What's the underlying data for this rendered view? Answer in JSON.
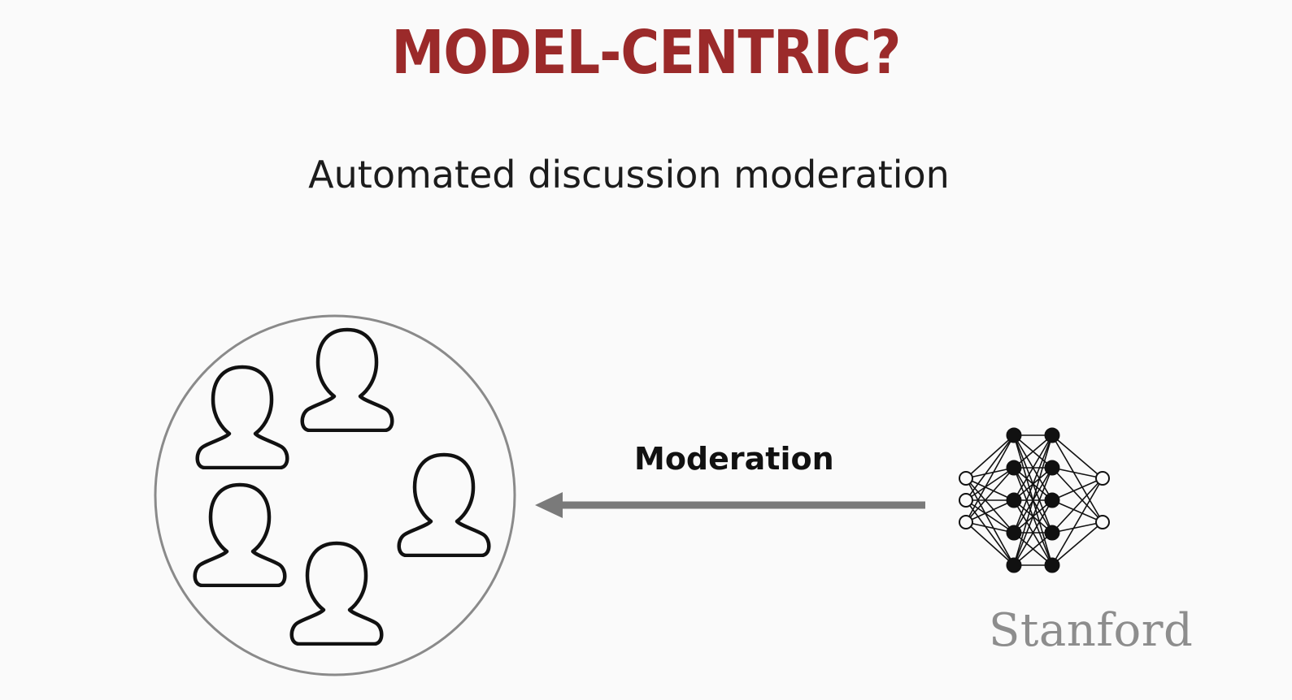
{
  "slide": {
    "title": "MODEL-CENTRIC?",
    "subtitle": "Automated discussion moderation",
    "arrow_label": "Moderation",
    "logo_text": "Stanford"
  },
  "diagram": {
    "community_people_count": 5,
    "network_layers": [
      3,
      5,
      5,
      2
    ],
    "icons": [
      "person-icon",
      "neural-network-icon",
      "arrow-left-icon"
    ]
  },
  "colors": {
    "title": "#9b2a2a",
    "text": "#1c1c1c",
    "arrow": "#7a7a7a",
    "circle_outline": "#8a8a8a",
    "logo": "#8d8d8d"
  }
}
